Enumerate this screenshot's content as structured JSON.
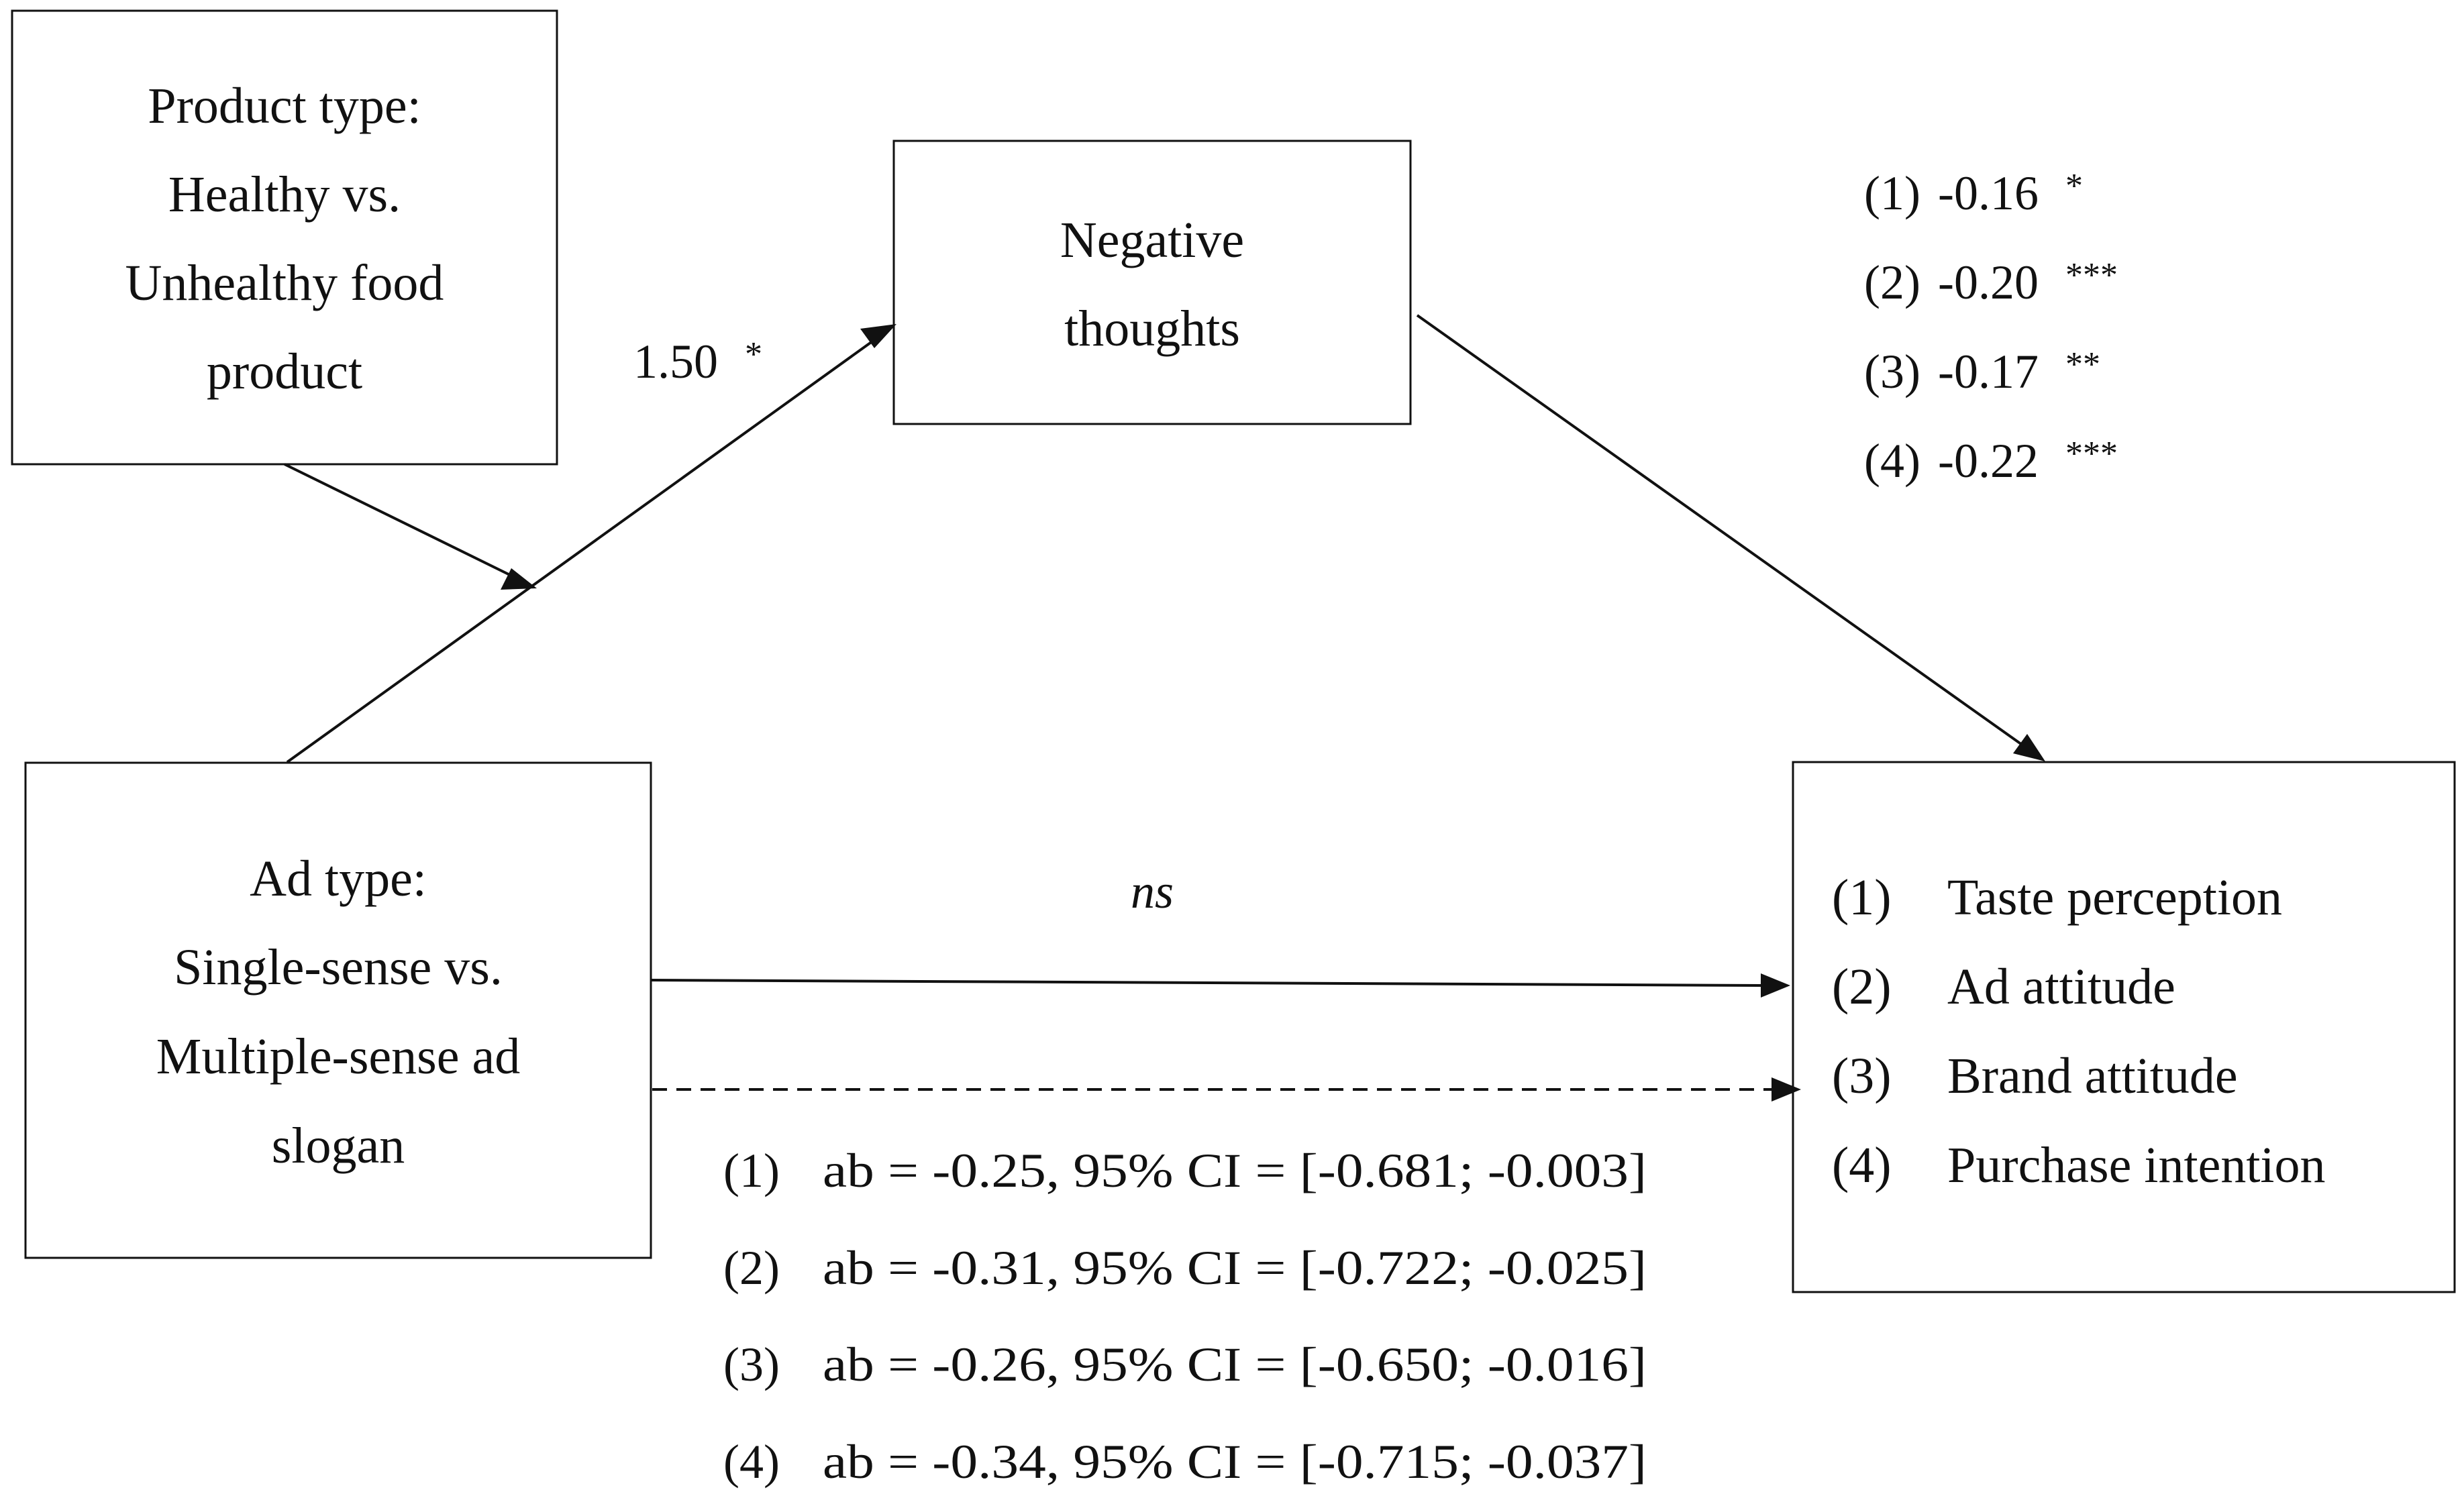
{
  "boxes": {
    "product_type": {
      "lines": [
        "Product type:",
        "Healthy vs.",
        "Unhealthy food",
        "product"
      ]
    },
    "negative_thoughts": {
      "lines": [
        "Negative",
        "thoughts"
      ]
    },
    "ad_type": {
      "lines": [
        "Ad type:",
        "Single-sense vs.",
        "Multiple-sense ad",
        "slogan"
      ]
    },
    "outcomes": {
      "items": [
        {
          "num": "(1)",
          "label": "Taste perception"
        },
        {
          "num": "(2)",
          "label": "Ad attitude"
        },
        {
          "num": "(3)",
          "label": "Brand attitude"
        },
        {
          "num": "(4)",
          "label": "Purchase intention"
        }
      ]
    }
  },
  "paths": {
    "a_path": {
      "value": "1.50",
      "stars": "*"
    },
    "b_path": [
      {
        "num": "(1)",
        "value": "-0.16",
        "stars": "*"
      },
      {
        "num": "(2)",
        "value": "-0.20",
        "stars": "***"
      },
      {
        "num": "(3)",
        "value": "-0.17",
        "stars": "**"
      },
      {
        "num": "(4)",
        "value": "-0.22",
        "stars": "***"
      }
    ],
    "direct_effect": "ns",
    "indirect_effects": [
      {
        "num": "(1)",
        "text": "ab = -0.25, 95% CI = [-0.681; -0.003]"
      },
      {
        "num": "(2)",
        "text": "ab = -0.31, 95% CI = [-0.722; -0.025]"
      },
      {
        "num": "(3)",
        "text": "ab = -0.26, 95% CI = [-0.650; -0.016]"
      },
      {
        "num": "(4)",
        "text": "ab = -0.34, 95% CI = [-0.715; -0.037]"
      }
    ]
  },
  "colors": {
    "ink": "#111111",
    "background": "#ffffff"
  }
}
